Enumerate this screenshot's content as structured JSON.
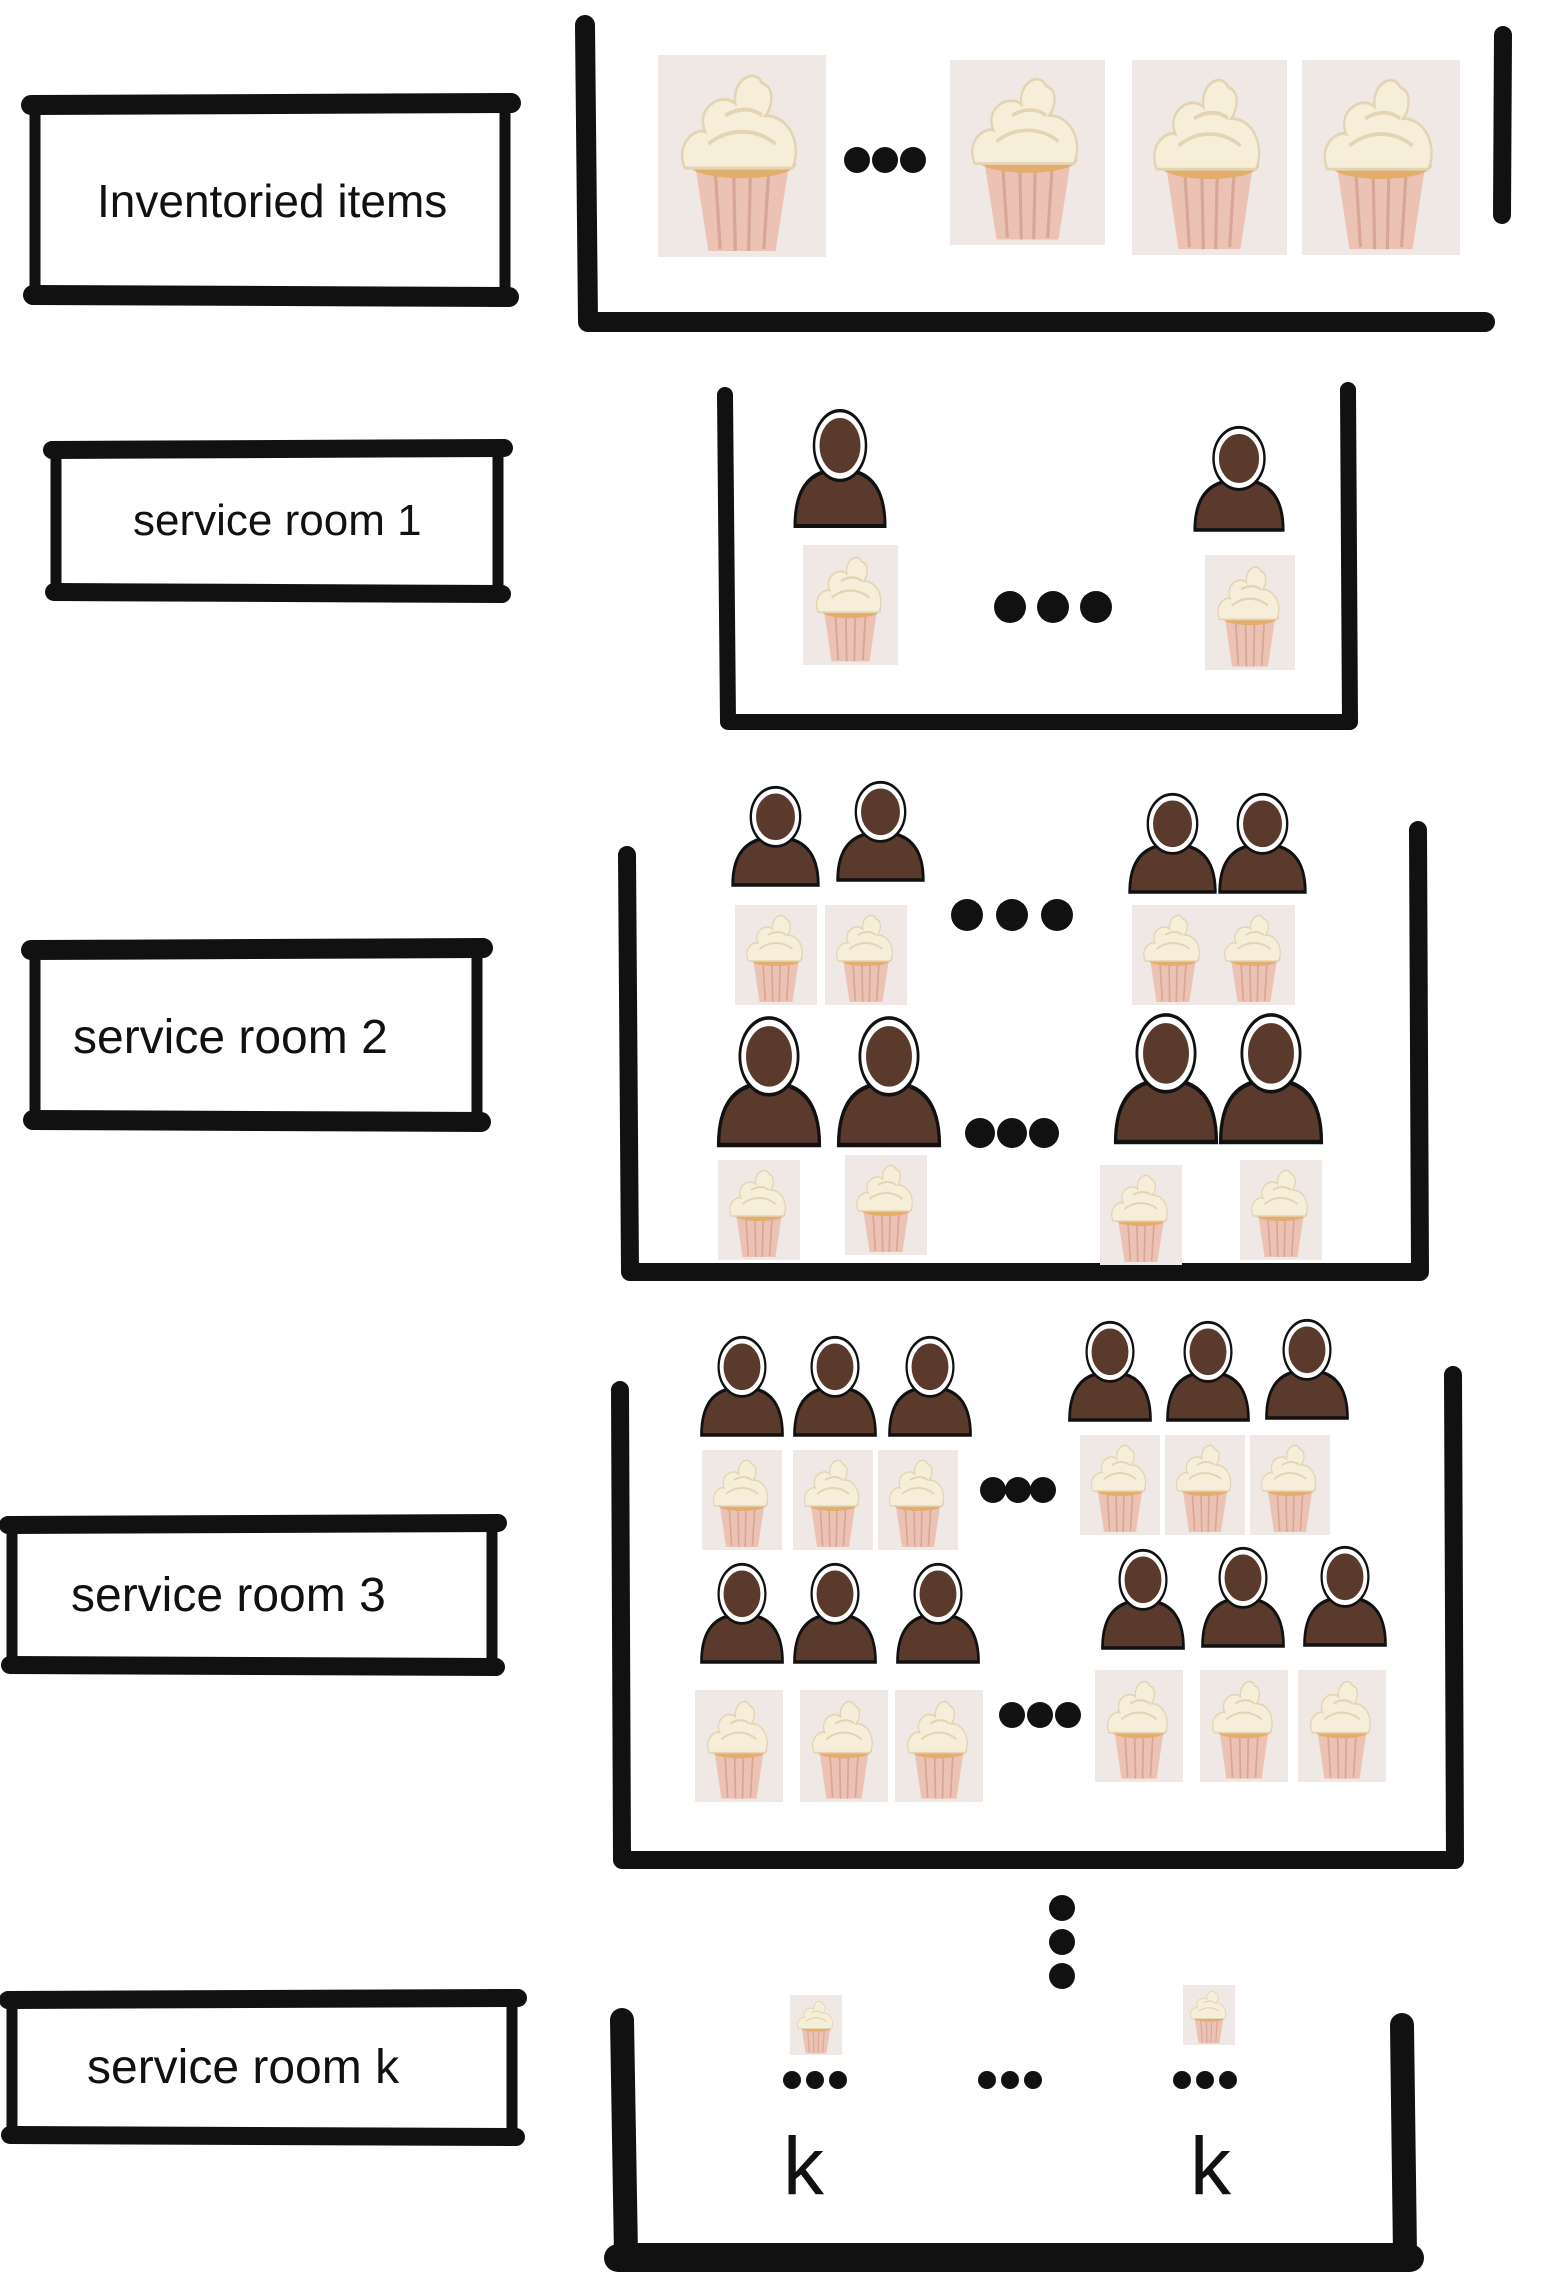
{
  "labels": {
    "inventory": "Inventoried items",
    "room1": "service room 1",
    "room2": "service room 2",
    "room3": "service room 3",
    "roomk": "service room k"
  },
  "roomk": {
    "count_left": "k",
    "count_right": "k"
  },
  "icons": {
    "person": "person-icon",
    "cupcake": "cupcake-icon",
    "ellipsis": "ellipsis-icon"
  },
  "colors": {
    "ink": "#111111",
    "person_fill": "#5a3a2c",
    "cupcake_frosting": "#f6eed8",
    "cupcake_liner": "#ecc2b4",
    "cupcake_cake": "#e3ad6c"
  }
}
